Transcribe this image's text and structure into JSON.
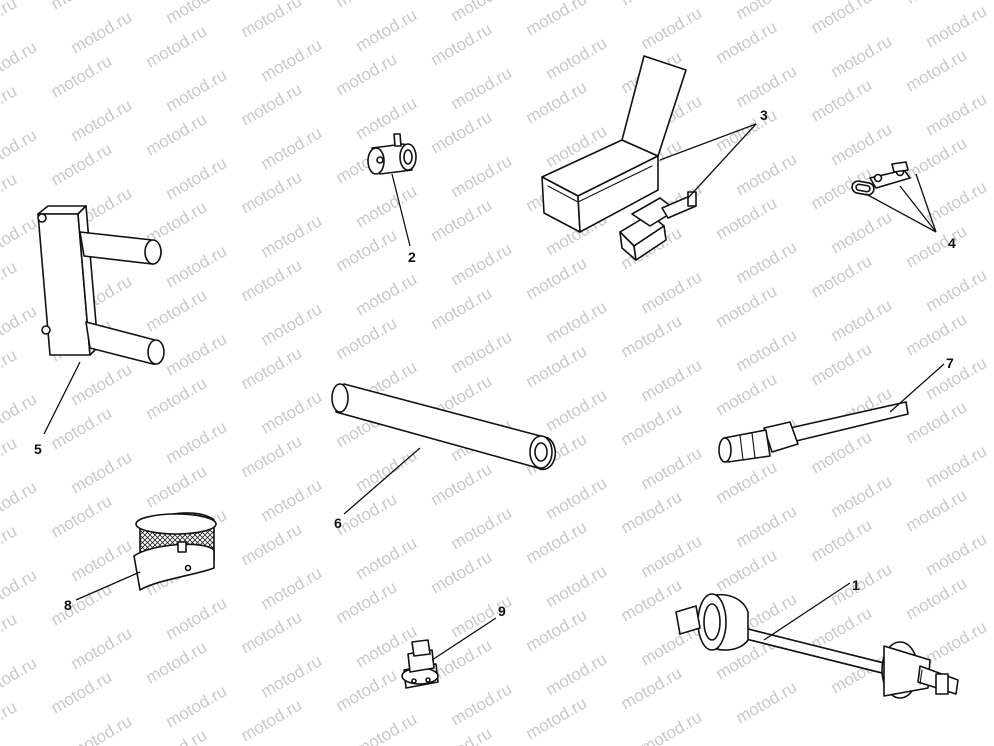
{
  "watermark": {
    "text": "motod.ru"
  },
  "callouts": {
    "c1": "1",
    "c2": "2",
    "c3": "3",
    "c4": "4",
    "c5": "5",
    "c6": "6",
    "c7": "7",
    "c8": "8",
    "c9": "9"
  }
}
